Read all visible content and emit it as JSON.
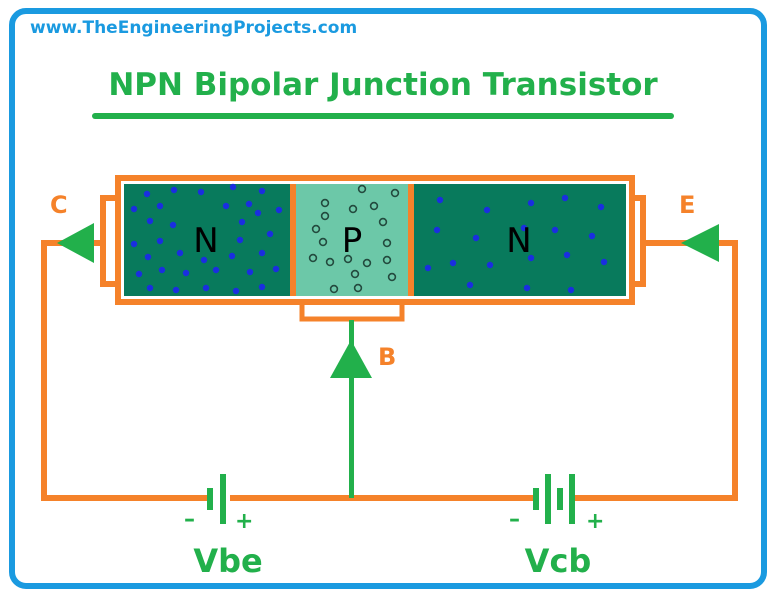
{
  "website": "www.TheEngineeringProjects.com",
  "title": "NPN Bipolar Junction Transistor",
  "regions": {
    "left": "N",
    "middle": "P",
    "right": "N"
  },
  "terminals": {
    "collector": "C",
    "emitter": "E",
    "base": "B"
  },
  "batteries": {
    "left": {
      "label": "Vbe",
      "minus": "–",
      "plus": "+"
    },
    "right": {
      "label": "Vcb",
      "minus": "–",
      "plus": "+"
    }
  },
  "colors": {
    "frame": "#1a9ae0",
    "wire": "#f5822a",
    "arrow": "#22b04b",
    "title": "#22b04b",
    "n_region": "#087a5c",
    "p_region": "#6cc8a8",
    "electron": "#1a2ee0"
  }
}
